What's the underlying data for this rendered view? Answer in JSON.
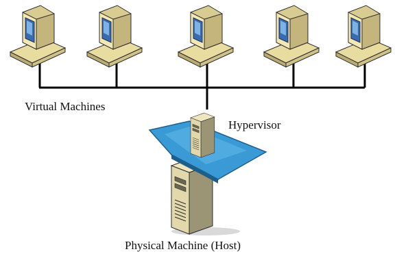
{
  "labels": {
    "virtual_machines": "Virtual Machines",
    "hypervisor": "Hypervisor",
    "host": "Physical Machine (Host)"
  },
  "virtual_machines": [
    {
      "id": "vm-1"
    },
    {
      "id": "vm-2"
    },
    {
      "id": "vm-3"
    },
    {
      "id": "vm-4"
    },
    {
      "id": "vm-5"
    }
  ],
  "icons": {
    "vm": "desktop-computer-icon",
    "hypervisor": "server-tower-icon",
    "host": "server-tower-icon",
    "platform": "hypervisor-platform-shape"
  },
  "colors": {
    "platform": "#3a9ad6",
    "platform_dark": "#1d5f8c",
    "computer_body": "#f0e3a8",
    "computer_shadow": "#b9ab72",
    "screen": "#3a6bb0",
    "tower": "#e6dcb0",
    "bus_line": "#000000"
  }
}
